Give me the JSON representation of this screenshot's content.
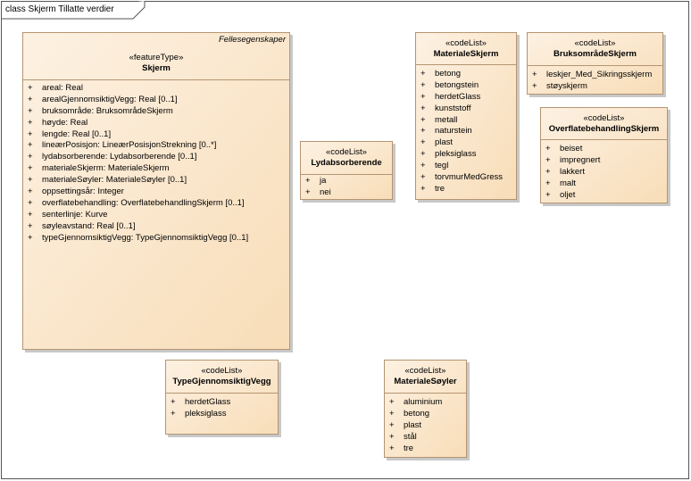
{
  "frame": {
    "title": "class Skjerm Tillatte verdier"
  },
  "classes": {
    "skjerm": {
      "tag": "Fellesegenskaper",
      "stereotype": "«featureType»",
      "name": "Skjerm",
      "attributes": [
        "areal: Real",
        "arealGjennomsiktigVegg: Real [0..1]",
        "bruksområde: BruksområdeSkjerm",
        "høyde: Real",
        "lengde: Real [0..1]",
        "lineærPosisjon: LineærPosisjonStrekning [0..*]",
        "lydabsorberende: Lydabsorberende [0..1]",
        "materialeSkjerm: MaterialeSkjerm",
        "materialeSøyler: MaterialeSøyler [0..1]",
        "oppsettingsår: Integer",
        "overflatebehandling: OverflatebehandlingSkjerm [0..1]",
        "senterlinje: Kurve",
        "søyleavstand: Real [0..1]",
        "typeGjennomsiktigVegg: TypeGjennomsiktigVegg [0..1]"
      ]
    },
    "lydabsorberende": {
      "stereotype": "«codeList»",
      "name": "Lydabsorberende",
      "attributes": [
        "ja",
        "nei"
      ]
    },
    "materialeSkjerm": {
      "stereotype": "«codeList»",
      "name": "MaterialeSkjerm",
      "attributes": [
        "betong",
        "betongstein",
        "herdetGlass",
        "kunststoff",
        "metall",
        "naturstein",
        "plast",
        "pleksiglass",
        "tegl",
        "torvmurMedGress",
        "tre"
      ]
    },
    "bruksomradeSkjerm": {
      "stereotype": "«codeList»",
      "name": "BruksområdeSkjerm",
      "attributes": [
        "leskjer_Med_Sikringsskjerm",
        "støyskjerm"
      ]
    },
    "overflatebehandlingSkjerm": {
      "stereotype": "«codeList»",
      "name": "OverflatebehandlingSkjerm",
      "attributes": [
        "beiset",
        "impregnert",
        "lakkert",
        "malt",
        "oljet"
      ]
    },
    "typeGjennomsiktigVegg": {
      "stereotype": "«codeList»",
      "name": "TypeGjennomsiktigVegg",
      "attributes": [
        "herdetGlass",
        "pleksiglass"
      ]
    },
    "materialeSoyler": {
      "stereotype": "«codeList»",
      "name": "MaterialeSøyler",
      "attributes": [
        "aluminium",
        "betong",
        "plast",
        "stål",
        "tre"
      ]
    }
  },
  "visibility_symbol": "+"
}
